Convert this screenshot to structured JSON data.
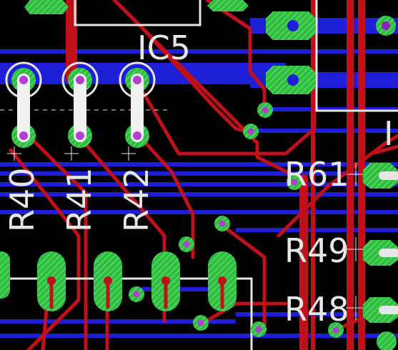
{
  "colors": {
    "background": "#000000",
    "top_copper": "#c0101a",
    "bottom_copper": "#1f1fd8",
    "silkscreen": "#e6e6e6",
    "pad": "#2dbf3e",
    "via": "#2dbf3e"
  },
  "labels": {
    "ic5": "IC5",
    "r40": "R40",
    "r41": "R41",
    "r42": "R42",
    "r61": "R61",
    "r49": "R49",
    "r48": "R48",
    "ic_partial": "I"
  }
}
